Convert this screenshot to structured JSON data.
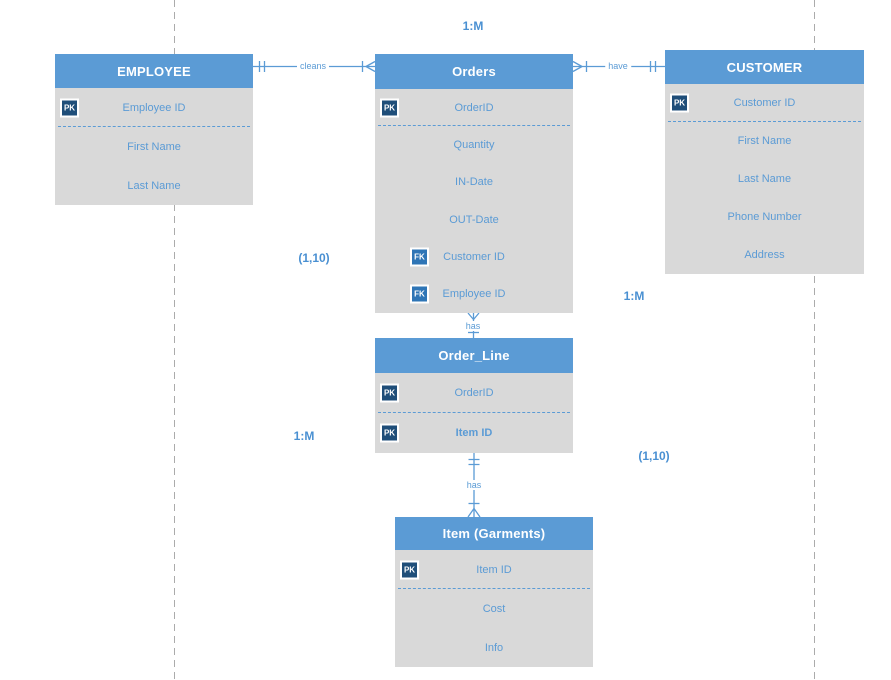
{
  "entities": {
    "employee": {
      "title": "EMPLOYEE",
      "attributes": [
        {
          "key": "PK",
          "name": "Employee ID"
        },
        {
          "key": "",
          "name": "First Name"
        },
        {
          "key": "",
          "name": "Last Name"
        }
      ]
    },
    "orders": {
      "title": "Orders",
      "attributes": [
        {
          "key": "PK",
          "name": "OrderID"
        },
        {
          "key": "",
          "name": "Quantity"
        },
        {
          "key": "",
          "name": "IN-Date"
        },
        {
          "key": "",
          "name": "OUT-Date"
        },
        {
          "key": "FK",
          "name": "Customer ID"
        },
        {
          "key": "FK",
          "name": "Employee ID"
        }
      ]
    },
    "customer": {
      "title": "CUSTOMER",
      "attributes": [
        {
          "key": "PK",
          "name": "Customer ID"
        },
        {
          "key": "",
          "name": "First Name"
        },
        {
          "key": "",
          "name": "Last Name"
        },
        {
          "key": "",
          "name": "Phone Number"
        },
        {
          "key": "",
          "name": "Address"
        }
      ]
    },
    "order_line": {
      "title": "Order_Line",
      "attributes": [
        {
          "key": "PK",
          "name": "OrderID"
        },
        {
          "key": "PK",
          "name": "Item ID"
        }
      ]
    },
    "item": {
      "title": "Item (Garments)",
      "attributes": [
        {
          "key": "PK",
          "name": "Item ID"
        },
        {
          "key": "",
          "name": "Cost"
        },
        {
          "key": "",
          "name": "Info"
        }
      ]
    }
  },
  "relationships": {
    "employee_orders": {
      "label": "cleans"
    },
    "orders_customer": {
      "label": "have"
    },
    "orders_orderline": {
      "label": "has"
    },
    "orderline_item": {
      "label": "has"
    }
  },
  "cardinalities": {
    "top_center": "1:M",
    "left_upper": "(1,10)",
    "right_mid": "1:M",
    "left_lower": "1:M",
    "right_lower": "(1,10)"
  },
  "colors": {
    "header_blue": "#5B9BD5",
    "body_gray": "#D9D9D9",
    "pk_badge": "#1F4E79",
    "fk_badge": "#2E75B6",
    "attribute_text": "#5B9BD5",
    "connector_line": "#5B9BD5",
    "cardinality_text": "#4A90D2",
    "page_guide": "#ABABAB"
  }
}
